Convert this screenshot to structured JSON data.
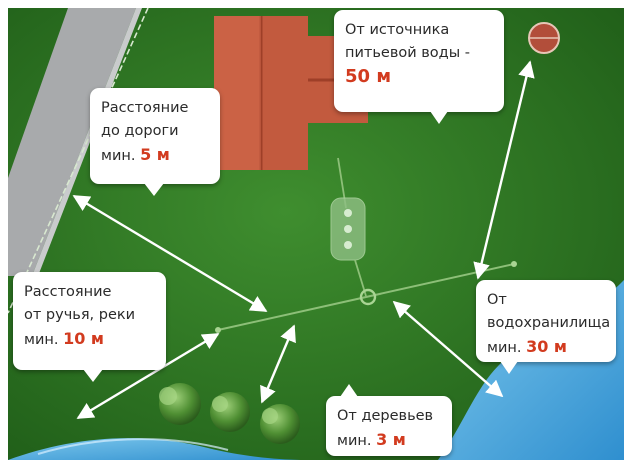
{
  "colors": {
    "grass": "#2f7a23",
    "road": "#aeb0b2",
    "roof": "#c25a3e",
    "water": "#4fa9d8",
    "value_text": "#d23b1f",
    "arrow": "#ffffff"
  },
  "callouts": {
    "road": {
      "lines": [
        "Расстояние",
        "до дороги"
      ],
      "prefix": "мин.",
      "value": "5 м"
    },
    "drinking_water": {
      "lines": [
        "От источника",
        "питьевой воды -"
      ],
      "prefix": "",
      "value": "50 м"
    },
    "stream": {
      "lines": [
        "Расстояние",
        "от ручья, реки"
      ],
      "prefix": "мин.",
      "value": "10 м"
    },
    "reservoir": {
      "lines": [
        "От",
        "водохранилища"
      ],
      "prefix": "мин.",
      "value": "30 м"
    },
    "trees": {
      "lines": [
        "От деревьев"
      ],
      "prefix": "мин.",
      "value": "3 м"
    }
  },
  "icons": [
    "house-roof-icon",
    "well-icon",
    "septic-tank-icon",
    "tree-icon",
    "arrow-icon"
  ]
}
